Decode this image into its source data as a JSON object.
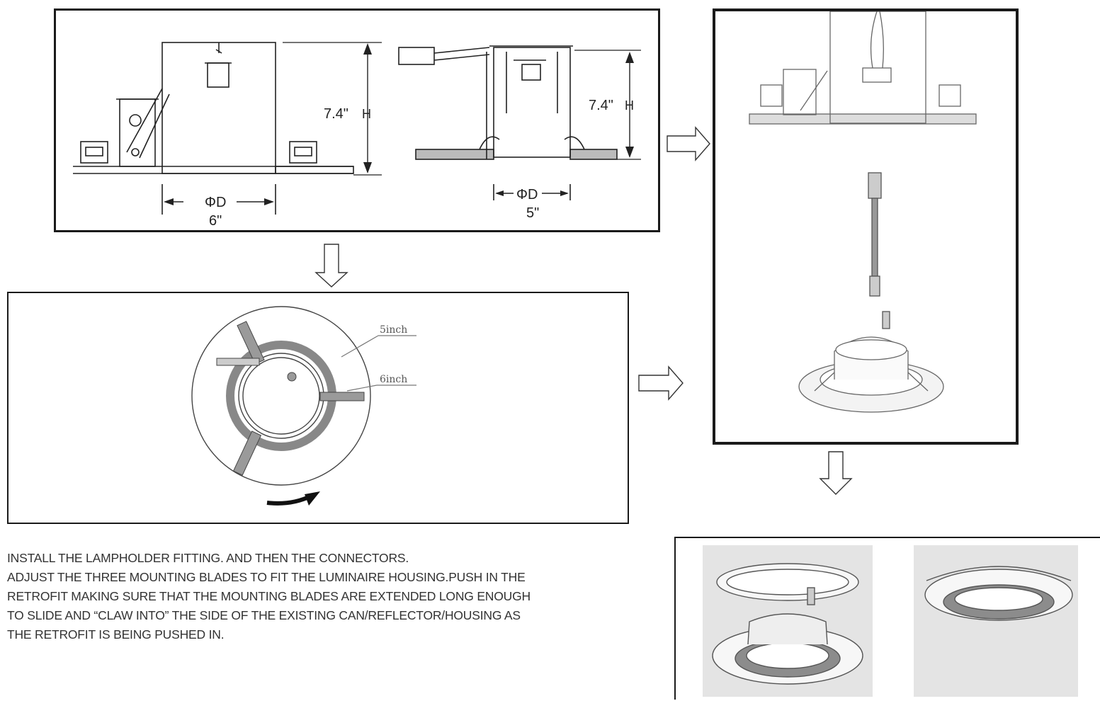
{
  "panel_top": {
    "left_height": "7.4\"",
    "left_height_unit": "H",
    "left_diameter": "ΦD",
    "left_diameter_value": "6\"",
    "right_height": "7.4\"",
    "right_height_unit": "H",
    "right_diameter": "ΦD",
    "right_diameter_value": "5\""
  },
  "panel_blades": {
    "label_5": "5inch",
    "label_6": "6inch"
  },
  "instructions": {
    "line1": "INSTALL THE LAMPHOLDER FITTING.  AND THEN THE CONNECTORS.",
    "line2": "ADJUST THE THREE MOUNTING BLADES TO FIT THE LUMINAIRE HOUSING.PUSH IN THE",
    "line3": "RETROFIT MAKING SURE THAT THE MOUNTING BLADES ARE EXTENDED LONG ENOUGH",
    "line4": "TO SLIDE AND “CLAW INTO” THE SIDE OF THE EXISTING CAN/REFLECTOR/HOUSING AS",
    "line5": "THE RETROFIT IS BEING PUSHED IN."
  }
}
